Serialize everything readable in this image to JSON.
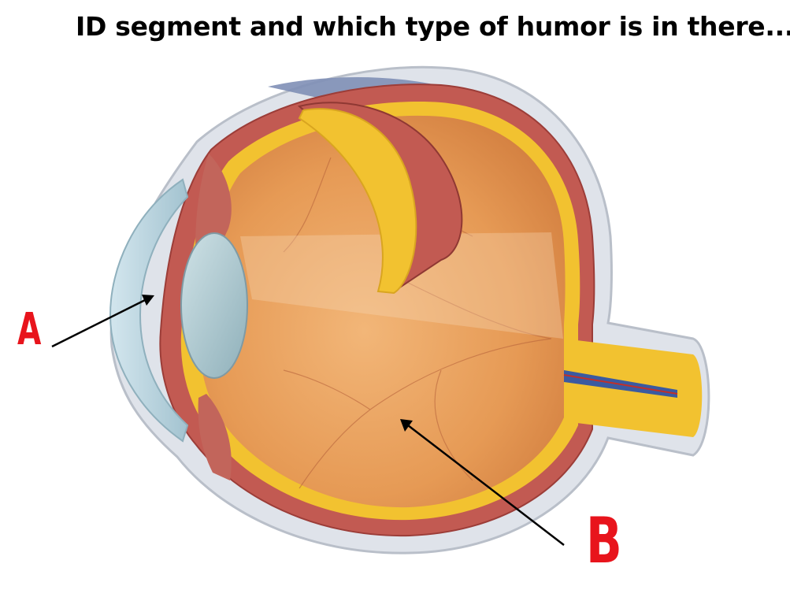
{
  "title": "ID segment and which type of humor is in there....",
  "labels": {
    "a": "A",
    "b": "B"
  },
  "colors": {
    "sclera": "#dfe3ea",
    "choroid": "#c25a52",
    "retina": "#f2c230",
    "vitreous": "#e9a35d",
    "cornea": "#b7d3de",
    "lens": "#a9c6ce",
    "marker_red": "#e8141c",
    "arrow": "#000000"
  },
  "icons": [
    "eye-cross-section-illustration",
    "arrow-to-anterior-segment",
    "arrow-to-vitreous-chamber"
  ]
}
